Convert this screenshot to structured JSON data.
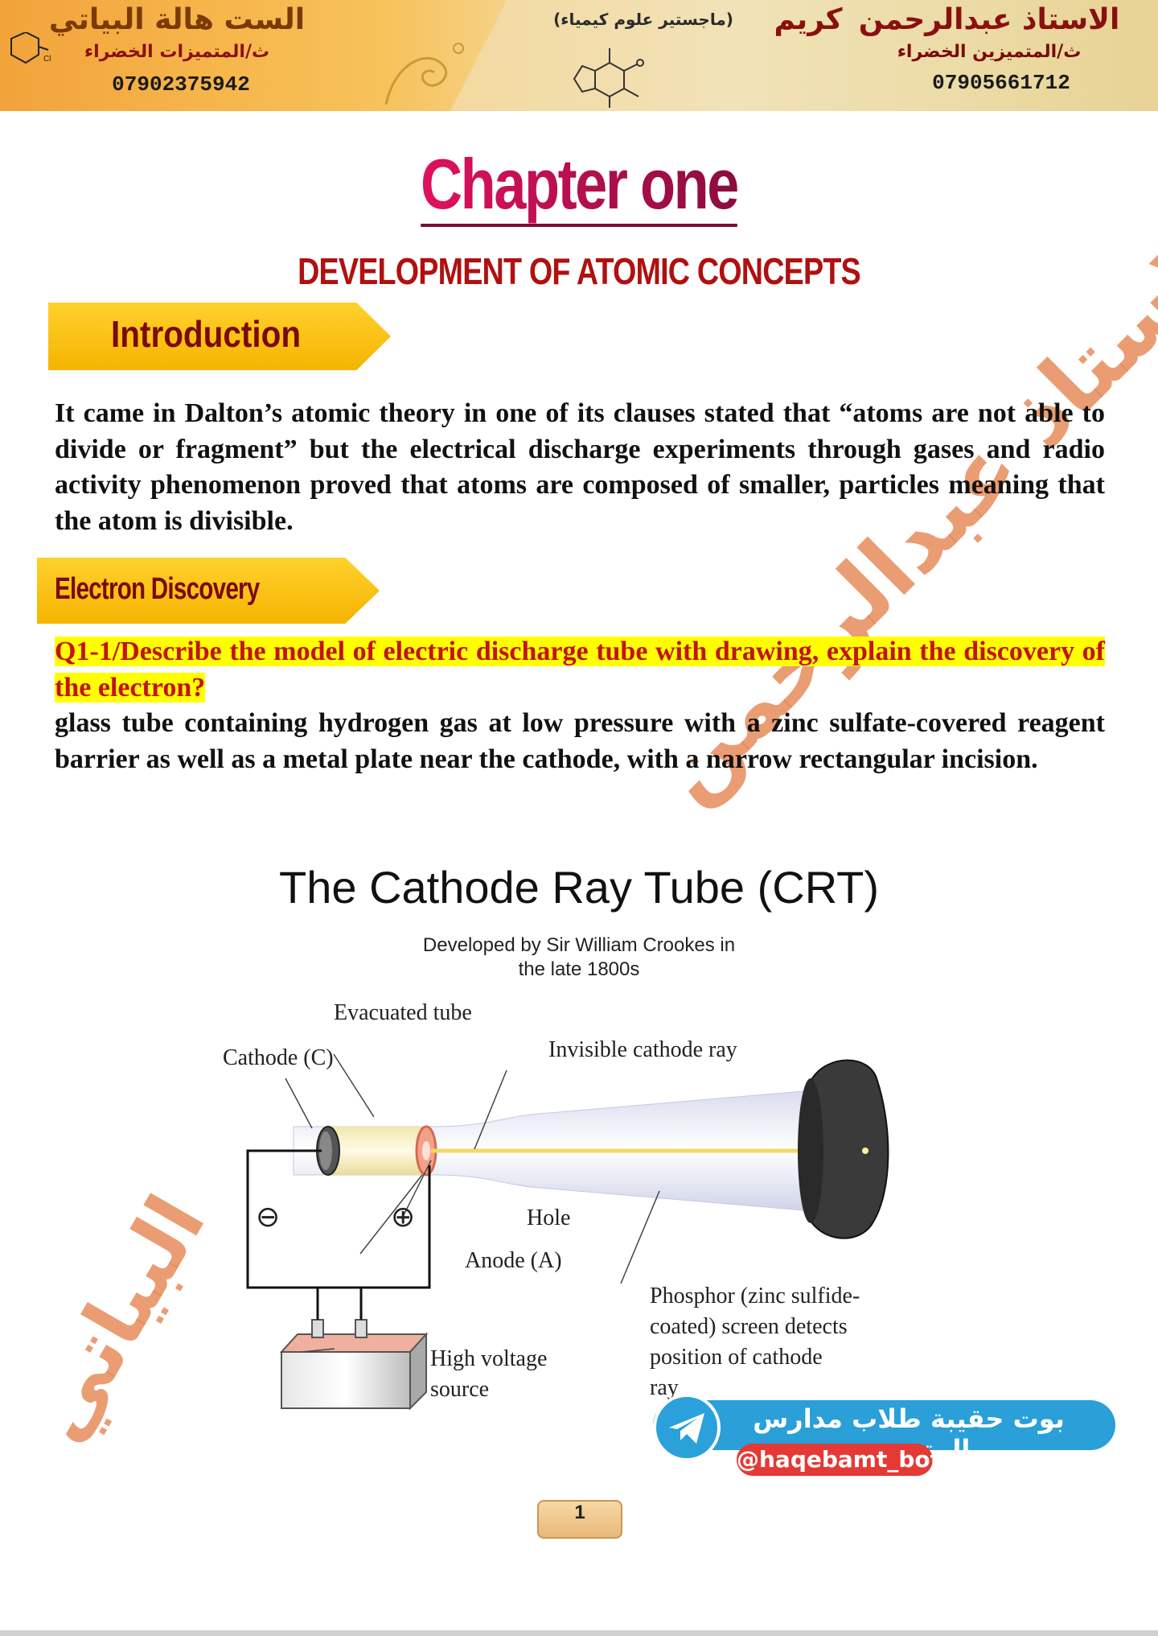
{
  "header": {
    "left_teacher": "الست هالة البياتي",
    "left_school": "ث/المتميزات الخضراء",
    "left_phone": "07902375942",
    "right_teacher": "الاستاذ عبدالرحمن",
    "right_teacher_surname": "كريم",
    "right_degree": "(ماجستير علوم كيمياء)",
    "right_school": "ث/المتميزين الخضراء",
    "right_phone": "07905661712"
  },
  "chapter": {
    "title": "Chapter one",
    "subtitle": "DEVELOPMENT OF ATOMIC CONCEPTS"
  },
  "sections": {
    "intro_label": "Introduction",
    "intro_text": "It came in Dalton’s atomic theory in one of its clauses stated that “atoms are not able to divide or fragment” but the electrical discharge experiments through gases and radio activity phenomenon proved that atoms are composed of smaller, particles meaning that the atom is divisible.",
    "electron_label": "Electron Discovery",
    "question": "Q1-1/Describe the model of electric discharge tube with drawing, explain the discovery of the electron?",
    "answer": "glass tube containing hydrogen gas at low pressure with a  zinc  sulfate-covered reagent  barrier  as  well  as  a  metal plate near the cathode, with a narrow rectangular incision."
  },
  "figure": {
    "title": "The Cathode Ray Tube (CRT)",
    "subtitle_line1": "Developed by Sir William Crookes in",
    "subtitle_line2": "the late 1800s",
    "labels": {
      "evacuated_tube": "Evacuated tube",
      "cathode": "Cathode (C)",
      "invisible_ray": "Invisible cathode ray",
      "hole": "Hole",
      "anode": "Anode (A)",
      "phosphor_l1": "Phosphor (zinc sulfide-",
      "phosphor_l2": "coated) screen detects",
      "phosphor_l3": "position of cathode",
      "phosphor_l4": "ray",
      "hv_l1": "High voltage",
      "hv_l2": "source",
      "minus": "⊖",
      "plus": "⊕"
    }
  },
  "watermark": {
    "main": "الاستاذ عبدالرحمن",
    "side": "البياتي"
  },
  "telegram": {
    "text": "بوت حقيبة طلاب مدارس المتميزين",
    "handle": "@haqebamt_bot"
  },
  "page_number": "1",
  "colors": {
    "title_gradient_start": "#e0115f",
    "title_gradient_end": "#8a0d3e",
    "subtitle": "#b01010",
    "ribbon": "#f5b400",
    "question_text": "#c4121a",
    "question_highlight": "#ffff00",
    "telegram": "#2a9fd8",
    "handle_bg": "#e53935"
  }
}
